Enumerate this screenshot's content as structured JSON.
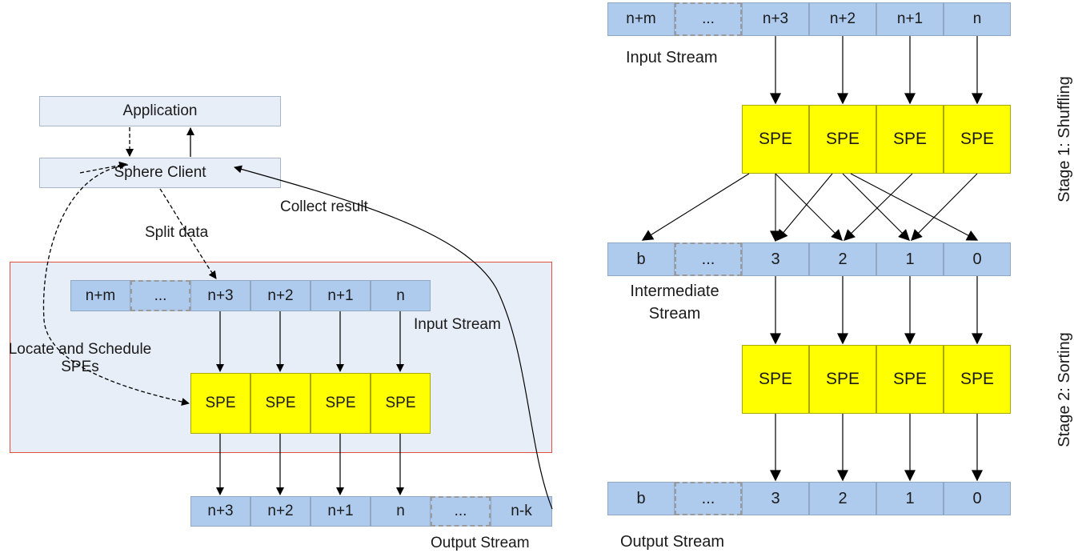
{
  "left": {
    "application": "Application",
    "sphere_client": "Sphere Client",
    "split_data": "Split data",
    "collect_result": "Collect result",
    "locate_schedule": "Locate and Schedule\nSPEs",
    "input_stream_label": "Input Stream",
    "output_stream_label": "Output Stream",
    "input_cells": [
      "n+m",
      "...",
      "n+3",
      "n+2",
      "n+1",
      "n"
    ],
    "spe_cells": [
      "SPE",
      "SPE",
      "SPE",
      "SPE"
    ],
    "output_cells": [
      "n+3",
      "n+2",
      "n+1",
      "n",
      "...",
      "n-k"
    ]
  },
  "right": {
    "input_cells": [
      "n+m",
      "...",
      "n+3",
      "n+2",
      "n+1",
      "n"
    ],
    "input_stream_label": "Input Stream",
    "stage1_spes": [
      "SPE",
      "SPE",
      "SPE",
      "SPE"
    ],
    "intermediate_cells": [
      "b",
      "...",
      "3",
      "2",
      "1",
      "0"
    ],
    "intermediate_label": "Intermediate\nStream",
    "stage2_spes": [
      "SPE",
      "SPE",
      "SPE",
      "SPE"
    ],
    "output_cells": [
      "b",
      "...",
      "3",
      "2",
      "1",
      "0"
    ],
    "output_stream_label": "Output Stream",
    "stage1_label": "Stage 1: Shuffling",
    "stage2_label": "Stage 2: Sorting"
  },
  "colors": {
    "stream_cell": "#aecbee",
    "spe": "#ffff00",
    "panel": "#e8eef7",
    "panel_border": "#e0503c"
  }
}
